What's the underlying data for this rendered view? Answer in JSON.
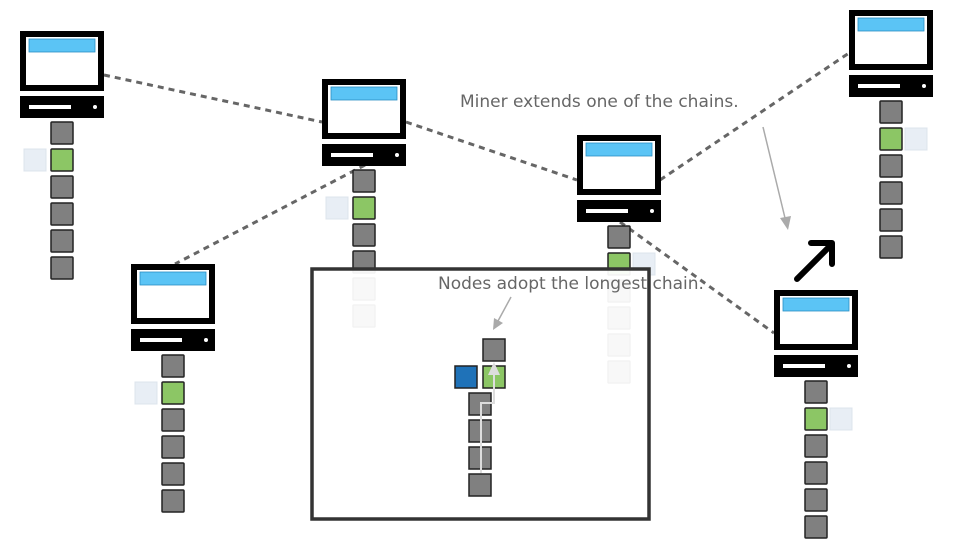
{
  "annotations": {
    "miner": "Miner extends one of the chains.",
    "nodes": "Nodes adopt the longest chain."
  },
  "colors": {
    "block": "#808080",
    "new_block": "#8cc665",
    "fork_block": "#1f72b8",
    "screen_bar": "#5bc4f5",
    "ghost": "#e8eef5",
    "link": "#666666"
  },
  "nodes": [
    {
      "chain": [
        "block",
        "new",
        "block",
        "block",
        "block",
        "block"
      ],
      "ghost": "left"
    },
    {
      "chain": [
        "block",
        "new",
        "block",
        "block",
        "block",
        "block"
      ],
      "ghost": "left"
    },
    {
      "chain": [
        "block",
        "new",
        "block",
        "block",
        "block",
        "block"
      ],
      "ghost": "right"
    },
    {
      "chain": [
        "block",
        "new",
        "block",
        "block",
        "block",
        "block"
      ],
      "ghost": "right"
    },
    {
      "chain": [
        "block",
        "new",
        "block",
        "block",
        "block",
        "block"
      ],
      "ghost": "left"
    },
    {
      "chain": [
        "block",
        "new",
        "block",
        "block",
        "block",
        "block"
      ],
      "ghost": "right"
    }
  ],
  "inset_chain": {
    "main": [
      "block",
      "block",
      "block",
      "block",
      "new",
      "block"
    ],
    "fork": "fork"
  }
}
